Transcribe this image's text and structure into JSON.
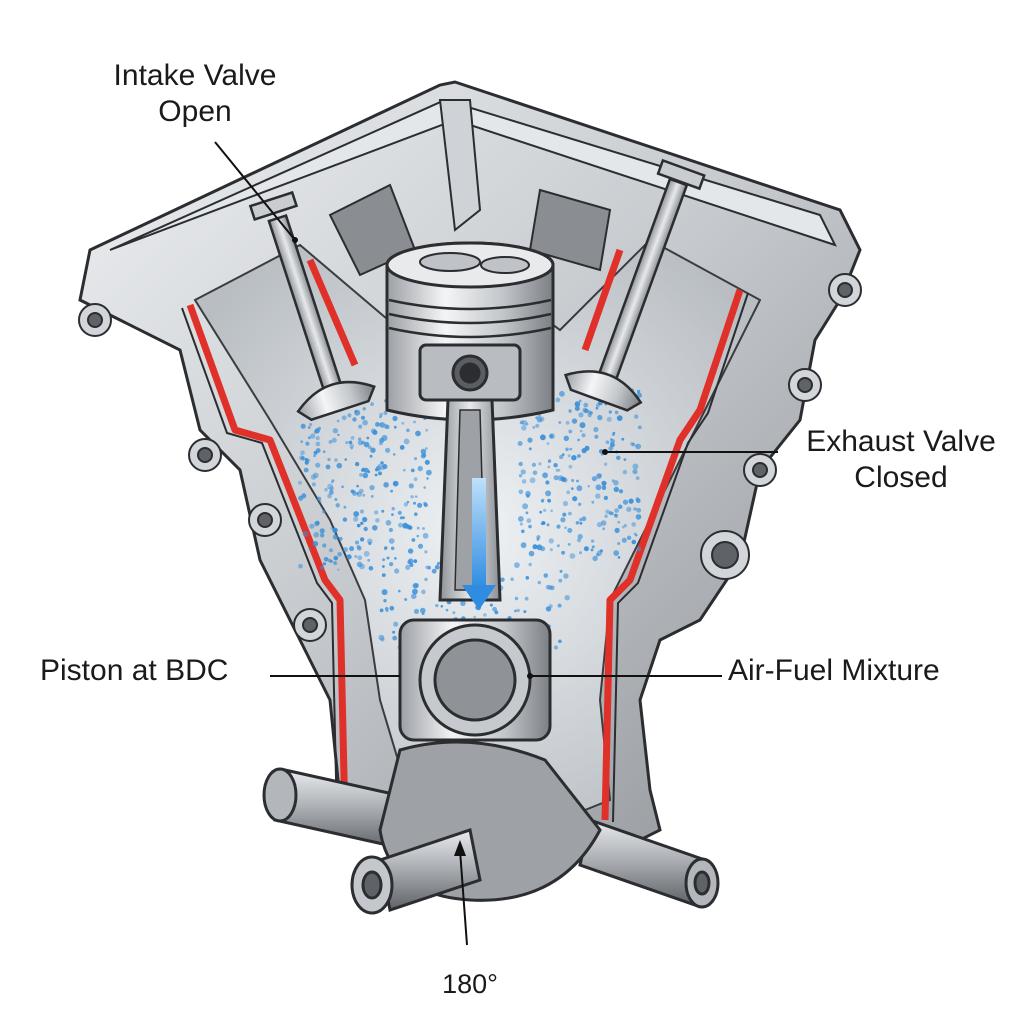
{
  "diagram": {
    "labels": {
      "intake_line1": "Intake Valve",
      "intake_line2": "Open",
      "exhaust_line1": "Exhaust Valve",
      "exhaust_line2": "Closed",
      "piston": "Piston at BDC",
      "mixture": "Air-Fuel Mixture",
      "angle": "180°"
    },
    "colors": {
      "metal_light": "#d9dcdf",
      "metal_mid": "#a9adb1",
      "metal_dark": "#6e7276",
      "outline": "#2b2d30",
      "liner_red": "#e0302a",
      "mixture_blue": "#3a8fd8",
      "flow_arrow": "#2e8de0"
    }
  }
}
